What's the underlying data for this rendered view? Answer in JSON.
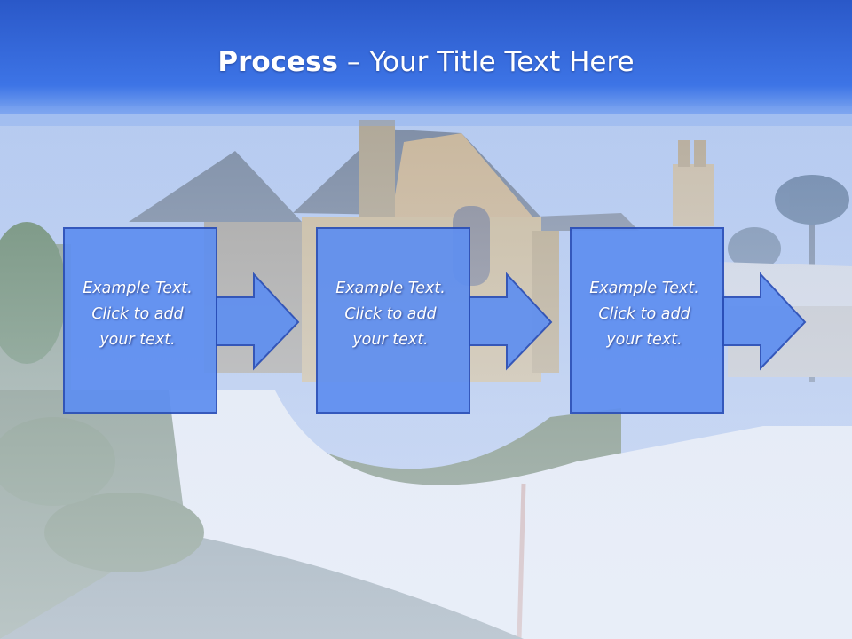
{
  "slide": {
    "title_bold": "Process",
    "title_rest": " – Your Title Text Here"
  },
  "steps": [
    {
      "line1": "Example Text.",
      "line2": "Click  to add",
      "line3": "your text."
    },
    {
      "line1": "Example Text.",
      "line2": "Click  to add",
      "line3": "your text."
    },
    {
      "line1": "Example Text.",
      "line2": "Click  to add",
      "line3": "your text."
    }
  ],
  "colors": {
    "header_blue": "#2f63d6",
    "box_fill": "#5f8ff0",
    "box_border": "#2a4fb8"
  }
}
